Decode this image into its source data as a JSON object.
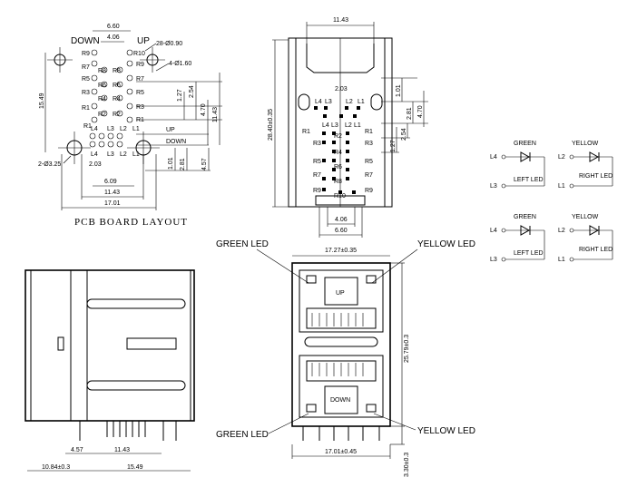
{
  "pcb": {
    "title": "PCB BOARD LAYOUT",
    "down_label": "DOWN",
    "up_label": "UP",
    "dim_660": "6.60",
    "dim_406": "4.06",
    "dim_holes_28": "28-Ø0.90",
    "dim_holes_4": "4-Ø1.60",
    "dim_1549": "15.49",
    "dim_127": "1.27",
    "dim_254": "2.54",
    "dim_470": "4.70",
    "dim_1143v": "11.43",
    "dim_101": "1.01",
    "dim_281": "2.81",
    "dim_457": "4.57",
    "dim_2x325": "2-Ø3.25",
    "dim_203": "2.03",
    "dim_609": "6.09",
    "dim_1143h": "11.43",
    "dim_1701": "17.01",
    "up_row_pins": [
      "R10",
      "R8",
      "R6",
      "R4",
      "R2"
    ],
    "up_row2_pins": [
      "R9",
      "R7",
      "R5",
      "R3",
      "R1"
    ],
    "left_pins": [
      "R9",
      "R7",
      "R5",
      "R3",
      "R1"
    ],
    "left_pins2": [
      "R8",
      "R6",
      "R4",
      "R2"
    ],
    "mid_pins": [
      "R8",
      "R6",
      "R4",
      "R2"
    ],
    "right_pins": [
      "R10",
      "R9",
      "R7",
      "R5",
      "R3",
      "R1"
    ],
    "led_pins": [
      "L4",
      "L3",
      "L2",
      "L1"
    ],
    "up_tag": "UP",
    "down_tag": "DOWN"
  },
  "top_view": {
    "dim_width": "11.43",
    "dim_height": "28.40±0.35",
    "dim_203": "2.03",
    "dim_101": "1.01",
    "dim_281": "2.81",
    "dim_470": "4.70",
    "dim_254": "2.54",
    "dim_127": "1.27",
    "dim_406": "4.06",
    "dim_660": "6.60",
    "led_top": [
      "L4",
      "L3",
      "L2",
      "L1"
    ],
    "led_bottom": [
      "L4",
      "L3",
      "L2",
      "L1"
    ],
    "left_pins": [
      "R1",
      "R3",
      "R5",
      "R7",
      "R9"
    ],
    "right_pins": [
      "R1",
      "R3",
      "R5",
      "R7",
      "R9"
    ],
    "center_pins": [
      "R2",
      "R4",
      "R6",
      "R8",
      "R10"
    ]
  },
  "schematics": [
    {
      "color": "GREEN",
      "pin_a": "L4",
      "pin_b": "L3",
      "name": "LEFT LED"
    },
    {
      "color": "YELLOW",
      "pin_a": "L2",
      "pin_b": "L1",
      "name": "RIGHT LED"
    },
    {
      "color": "GREEN",
      "pin_a": "L4",
      "pin_b": "L3",
      "name": "LEFT LED"
    },
    {
      "color": "YELLOW",
      "pin_a": "L2",
      "pin_b": "L1",
      "name": "RIGHT LED"
    }
  ],
  "front_view": {
    "green_led_top": "GREEN LED",
    "yellow_led_top": "YELLOW LED",
    "green_led_bottom": "GREEN LED",
    "yellow_led_bottom": "YELLOW LED",
    "dim_top": "17.27±0.35",
    "dim_bottom": "17.01±0.45",
    "dim_height": "25.79±0.3",
    "dim_330": "3.30±0.3",
    "up_label": "UP",
    "down_label": "DOWN"
  },
  "side_view": {
    "dim_457": "4.57",
    "dim_1143": "11.43",
    "dim_1084": "10.84±0.3",
    "dim_1549": "15.49"
  }
}
